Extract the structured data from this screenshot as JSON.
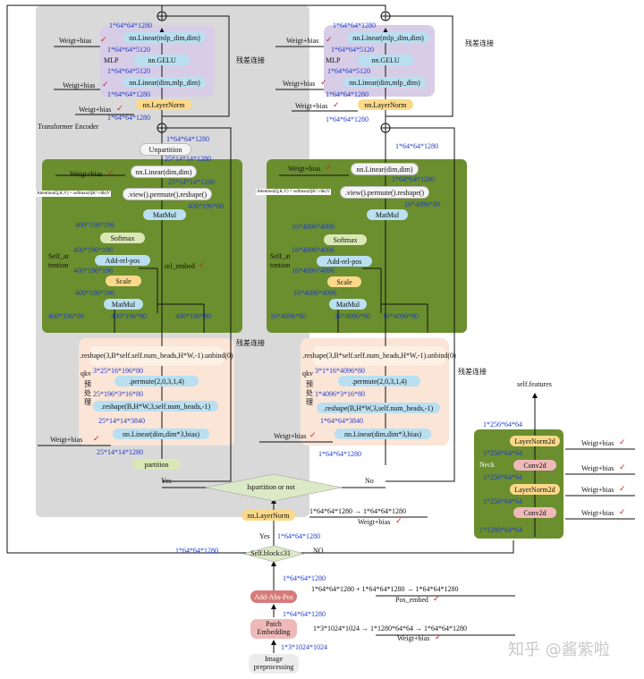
{
  "dims": {
    "d_1_64_64_1280": "1*64*64*1280",
    "d_1_64_64_5120": "1*64*64*5120",
    "d_25_14_14_1280": "25*14*14*1280",
    "d_400_196_80": "400*196*80",
    "d_400_196_196": "400*196*196",
    "d_16_4096_80": "16*4096*80",
    "d_16_4096_4096": "16*4096*4096",
    "d_3_25_16_196_80": "3*25*16*196*80",
    "d_25_196_3_16_80": "25*196*3*16*80",
    "d_25_14_14_3840": "25*14*14*3840",
    "d_3_1_16_4096_80": "3*1*16*4096*80",
    "d_1_4096_3_16_80": "1*4096*3*16*80",
    "d_1_64_64_3840": "1*64*64*3840",
    "d_1_256_64_64": "1*256*64*64",
    "d_1_1280_64_64": "1*1280*64*64",
    "d_1_3_1024_1024": "1*3*1024*1024"
  },
  "labels": {
    "mlp_linear_out": "nn.Linear(mlp_dim,dim)",
    "mlp_gelu": "nn.GELU",
    "mlp_linear_in": "nn.Linear(dim,mlp_dim)",
    "mlp": "MLP",
    "layernorm": "nn.LayerNorm",
    "unpartition": "Unpartition",
    "linear_dim_dim": "nn.Linear(dim,dim)",
    "view_permute": ".view().permute().reshape()",
    "matmul": "MatMul",
    "softmax": "Softmax",
    "add_rel_pos": "Add-rel-pos",
    "scale": "Scale",
    "rel_embed": "rel_embed",
    "self_attention_1": "Self_at",
    "self_attention_2": "tention",
    "reshape_unbind": ".reshape(3,B*self.self.num_heads,H*W,-1).unbind(0)",
    "permute": ".permute(2,0,3,1,4)",
    "reshape_bhw": ".reshape(B,H*W,3,self.num_heads,-1)",
    "qkv_linear": "nn.Linear(dim,dim*3,bias)",
    "qkv_1": "qkv",
    "qkv_2": "预",
    "qkv_3": "处",
    "qkv_4": "理",
    "partition": "partition",
    "is_partition": "Ispartition or not",
    "yes": "Yes",
    "no": "No",
    "no_caps": "NO",
    "transformer_encoder": "Transformer Encoder",
    "residual": "残差连接",
    "weight_bias": "Weigt+bias",
    "self_block": "Self.block≤31",
    "add_abs_pos": "Add-Abs-Pos",
    "patch_embedding_1": "Patch",
    "patch_embedding_2": "Embedding",
    "image_pre_1": "Image",
    "image_pre_2": "preprocessing",
    "neck": "Neck",
    "self_features": "self.features",
    "layernorm2d": "LayerNorm2d",
    "conv2d": "Conv2d",
    "pos_embed": "Pos_embed",
    "attention_formula": "Attention(Q,K,V) = softmax(QKᵀ/√dk)V",
    "eq_pos": "1*64*64*1280 + 1*64*64*1280 → 1*64*64*1280",
    "eq_patch": "1*3*1024*1024 → 1*1280*64*64 → 1*64*64*1280",
    "eq_ln": "1*64*64*1280 → 1*64*64*1280",
    "watermark": "知乎 @酱紫啦"
  },
  "colors": {
    "gray_bg": "#d9d9d9",
    "mlp_bg": "#d7cde6",
    "attn_bg": "#6b8e2e",
    "qkv_bg": "#fbe5d6",
    "dim_blue": "#1d3bd0",
    "check_red": "#d21d1d"
  }
}
